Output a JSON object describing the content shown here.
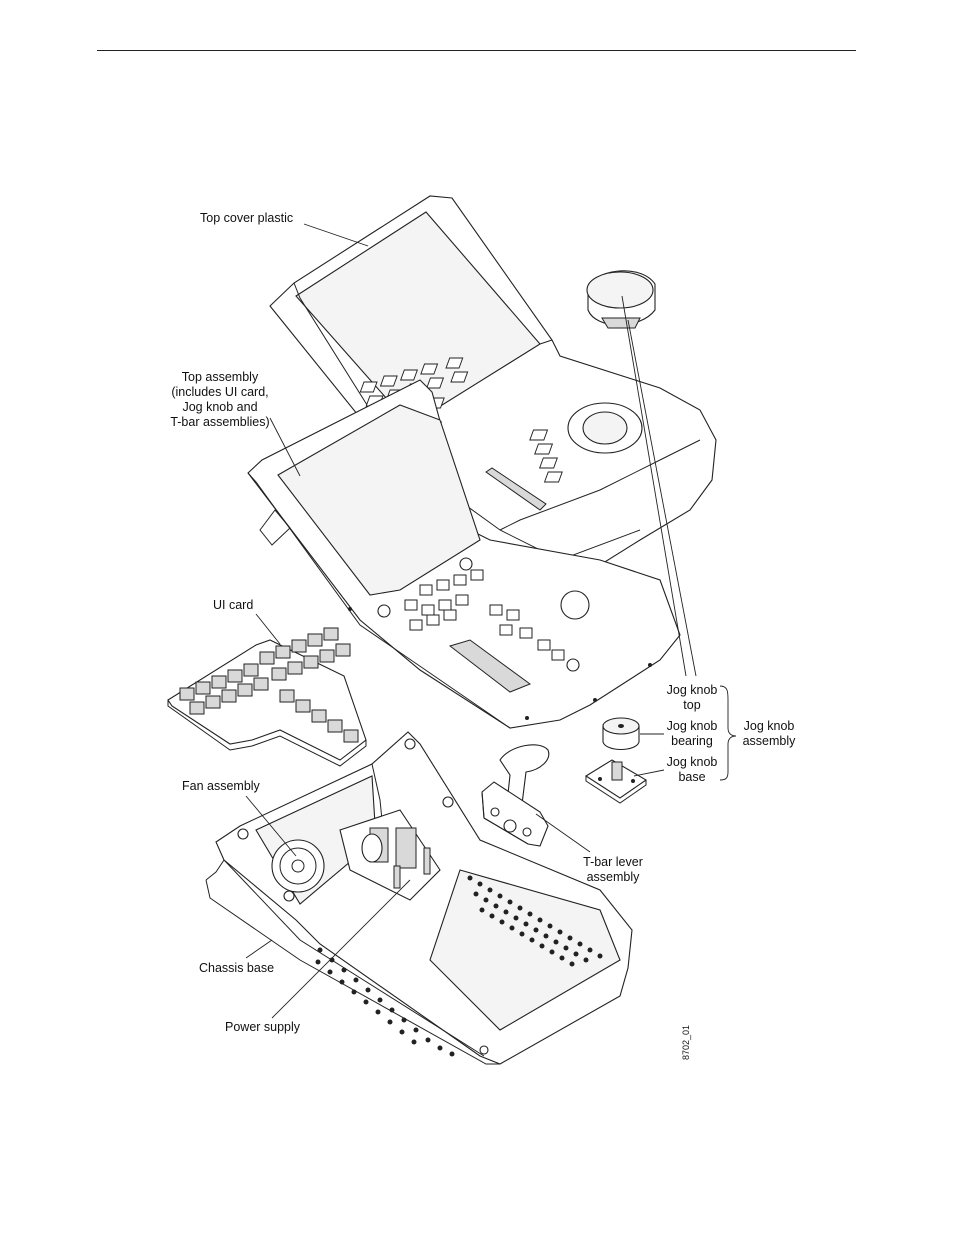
{
  "labels": {
    "top_cover": "Top cover plastic",
    "top_assembly": [
      "Top assembly",
      "(includes UI card,",
      "Jog knob and",
      "T-bar assemblies)"
    ],
    "ui_card": "UI card",
    "fan_assembly": "Fan assembly",
    "chassis_base": "Chassis base",
    "power_supply": "Power supply",
    "jog_knob_top": [
      "Jog knob",
      "top"
    ],
    "jog_knob_bearing": [
      "Jog knob",
      "bearing"
    ],
    "jog_knob_base": [
      "Jog knob",
      "base"
    ],
    "jog_knob_assembly": [
      "Jog knob",
      "assembly"
    ],
    "tbar_lever": [
      "T-bar lever",
      "assembly"
    ]
  },
  "figure_id": "8702_01"
}
